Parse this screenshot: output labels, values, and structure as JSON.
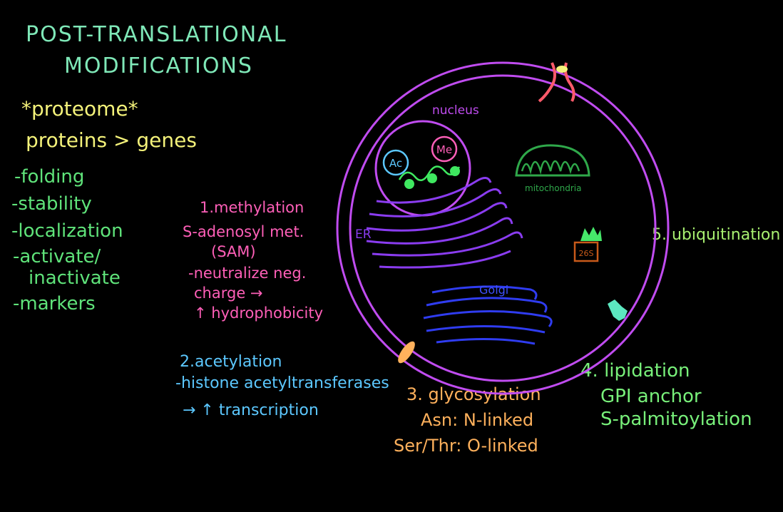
{
  "title": {
    "line1": "POST-TRANSLATIONAL",
    "line2": "MODIFICATIONS"
  },
  "intro": {
    "proteome": "*proteome*",
    "ratio": "proteins > genes"
  },
  "functions": [
    "-folding",
    "-stability",
    "-localization",
    "-activate/",
    "inactivate",
    "-markers"
  ],
  "methylation": {
    "heading": "1.methylation",
    "lines": [
      "S-adenosyl met.",
      "(SAM)",
      "-neutralize neg.",
      "charge →",
      "↑ hydrophobicity"
    ]
  },
  "acetylation": {
    "heading": "2.acetylation",
    "lines": [
      "-histone acetyltransferases",
      "→ ↑ transcription"
    ]
  },
  "glycosylation": {
    "heading": "3. glycosylation",
    "lines": [
      "Asn: N-linked",
      "Ser/Thr: O-linked"
    ]
  },
  "lipidation": {
    "heading": "4. lipidation",
    "lines": [
      "GPI anchor",
      "S-palmitoylation"
    ]
  },
  "ubiquitination": {
    "heading": "5. ubiquitination"
  },
  "cell_labels": {
    "nucleus": "nucleus",
    "ac": "Ac",
    "me": "Me",
    "er": "ER",
    "golgi": "Golgi",
    "mitochondria": "mitochondria",
    "proteasome": "26S"
  },
  "colors": {
    "title": "#7fe8b8",
    "intro": "#f4f27a",
    "functions": "#5fe37a",
    "methylation": "#ff5fb8",
    "acetylation": "#5cc8ff",
    "glycosylation": "#ffb15c",
    "lipidation": "#78f07a",
    "ubiquitination": "#a8f070",
    "cell_membrane": "#c04cf0",
    "er": "#8a3cf0",
    "golgi": "#2f3cf0",
    "mitochondria": "#2fa84a"
  }
}
